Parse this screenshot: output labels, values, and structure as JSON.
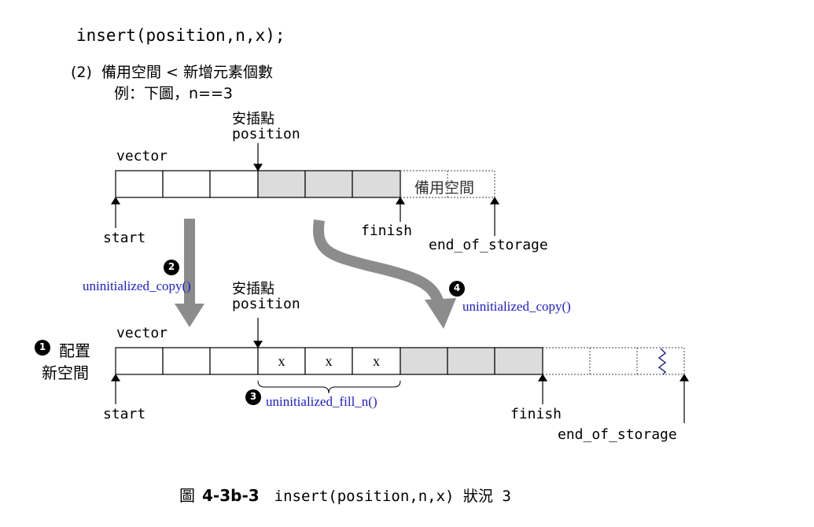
{
  "header": {
    "code_line": "insert(position,n,x);",
    "case_line": "(2)  備用空間 < 新增元素個數",
    "example_line": "例：下圖，n==3"
  },
  "top_diagram": {
    "vector_label": "vector",
    "insert_point_cn": "安插點",
    "insert_point_label": "position",
    "spare_text": "備用空間",
    "start_label": "start",
    "finish_label": "finish",
    "eos_label": "end_of_storage"
  },
  "bottom_diagram": {
    "vector_label": "vector",
    "insert_point_cn": "安插點",
    "insert_point_label": "position",
    "cell_value": "x",
    "start_label": "start",
    "finish_label": "finish",
    "eos_label": "end_of_storage",
    "alloc_label_line1": "配置",
    "alloc_label_line2": "新空間"
  },
  "steps": [
    {
      "number": "1"
    },
    {
      "number": "2",
      "func": "uninitialized_copy()"
    },
    {
      "number": "3",
      "func": "uninitialized_fill_n()"
    },
    {
      "number": "4",
      "func": "uninitialized_copy()"
    }
  ],
  "caption": {
    "prefix": "圖",
    "number": "4-3b-3",
    "text": "insert(position,n,x) 狀況 3"
  },
  "colors": {
    "shaded": "#dcdcdc",
    "arrow": "#8c8c8c",
    "func_text": "#1a1acd"
  }
}
